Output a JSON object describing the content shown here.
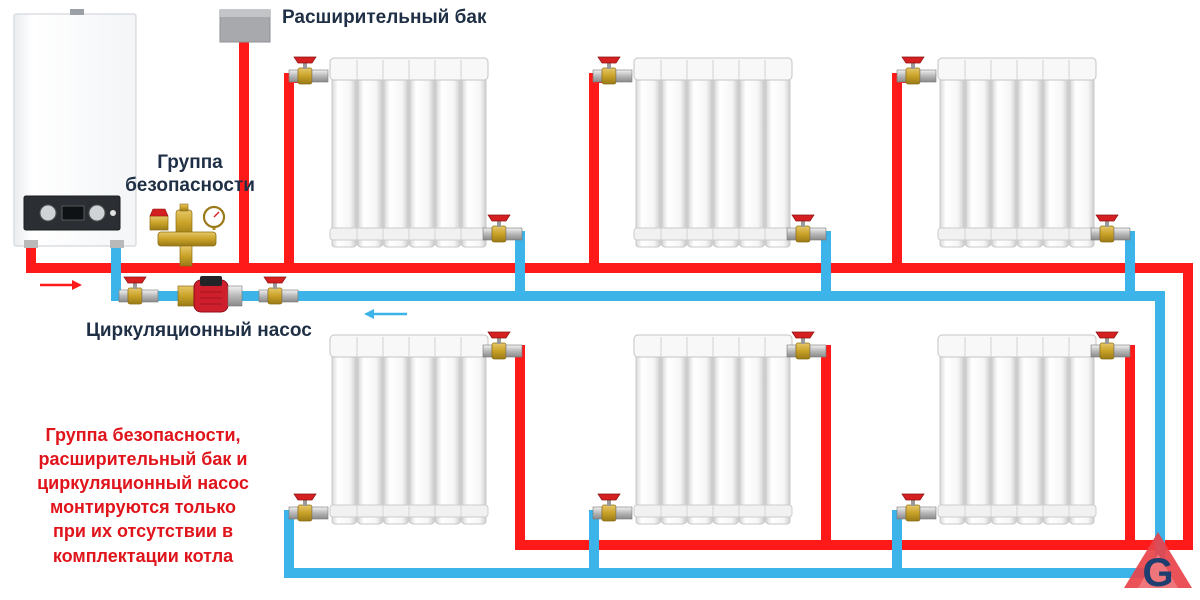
{
  "labels": {
    "expansion_tank": "Расширительный бак",
    "safety_group_line1": "Группа",
    "safety_group_line2": "безопасности",
    "circulation_pump": "Циркуляционный насос",
    "note_lines": [
      "Группа безопасности,",
      "расширительный бак и",
      "циркуляционный насос",
      "монтируются только",
      "при их отсутствии в",
      "комплектации котла"
    ]
  },
  "logo_letter": "G",
  "colors": {
    "supply": "#ff1a1a",
    "return": "#3cb4ea",
    "note": "#e0141b",
    "label": "#1f2f45",
    "valve_handle": "#d42020",
    "brass": "#c9a227",
    "radiator": "#f4f4f4",
    "radiator_edge": "#c8c8c8"
  },
  "diagram": {
    "nodes": [
      {
        "id": "boiler",
        "kind": "boiler"
      },
      {
        "id": "expansion_tank",
        "kind": "tank",
        "label_ref": "expansion_tank"
      },
      {
        "id": "safety_group",
        "kind": "safety_group",
        "label_ref": "safety_group"
      },
      {
        "id": "pump",
        "kind": "circulation_pump",
        "label_ref": "circulation_pump"
      },
      {
        "id": "rad_top_1",
        "kind": "radiator",
        "row": "top"
      },
      {
        "id": "rad_top_2",
        "kind": "radiator",
        "row": "top"
      },
      {
        "id": "rad_top_3",
        "kind": "radiator",
        "row": "top"
      },
      {
        "id": "rad_bottom_1",
        "kind": "radiator",
        "row": "bottom"
      },
      {
        "id": "rad_bottom_2",
        "kind": "radiator",
        "row": "bottom"
      },
      {
        "id": "rad_bottom_3",
        "kind": "radiator",
        "row": "bottom"
      }
    ],
    "edges": [
      {
        "from": "boiler",
        "to": "rad_top_1",
        "line": "supply"
      },
      {
        "from": "boiler",
        "to": "rad_top_2",
        "line": "supply"
      },
      {
        "from": "boiler",
        "to": "rad_top_3",
        "line": "supply"
      },
      {
        "from": "boiler",
        "to": "rad_bottom_1",
        "line": "supply"
      },
      {
        "from": "boiler",
        "to": "rad_bottom_2",
        "line": "supply"
      },
      {
        "from": "boiler",
        "to": "rad_bottom_3",
        "line": "supply"
      },
      {
        "from": "rad_top_1",
        "to": "pump",
        "line": "return"
      },
      {
        "from": "rad_top_2",
        "to": "pump",
        "line": "return"
      },
      {
        "from": "rad_top_3",
        "to": "pump",
        "line": "return"
      },
      {
        "from": "rad_bottom_1",
        "to": "pump",
        "line": "return"
      },
      {
        "from": "rad_bottom_2",
        "to": "pump",
        "line": "return"
      },
      {
        "from": "rad_bottom_3",
        "to": "pump",
        "line": "return"
      },
      {
        "from": "pump",
        "to": "boiler",
        "line": "return"
      },
      {
        "from": "expansion_tank",
        "to": "boiler",
        "line": "supply"
      },
      {
        "from": "safety_group",
        "to": "boiler",
        "line": "supply"
      }
    ]
  }
}
